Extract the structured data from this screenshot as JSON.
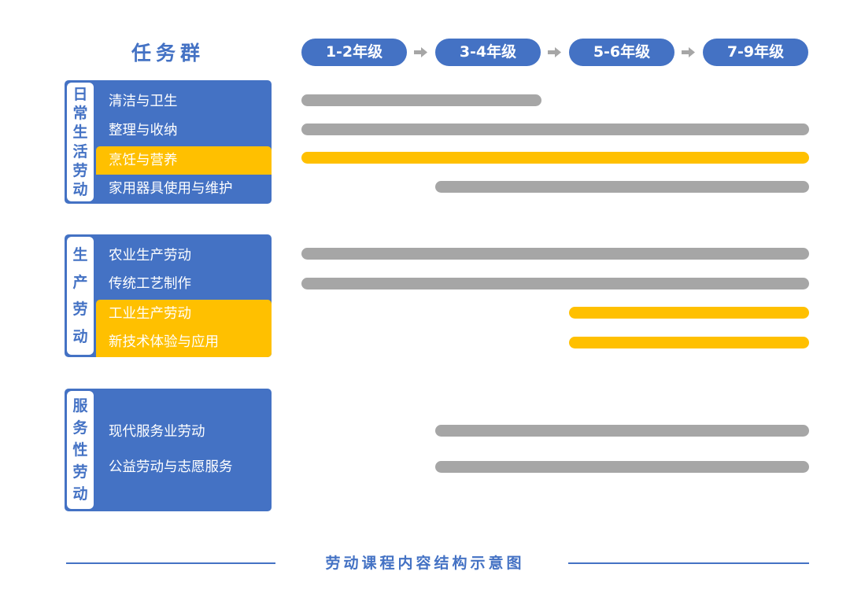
{
  "header": {
    "title": "任务群",
    "grades": [
      "1-2年级",
      "3-4年级",
      "5-6年级",
      "7-9年级"
    ]
  },
  "colors": {
    "blue": "#4472c4",
    "yellow": "#ffc000",
    "gray": "#a6a6a6"
  },
  "groups": [
    {
      "label": [
        "日",
        "常",
        "生",
        "活",
        "劳",
        "动"
      ],
      "items": [
        {
          "name": "清洁与卫生",
          "highlight": false,
          "range": [
            "1-2年级",
            "3-4年级"
          ]
        },
        {
          "name": "整理与收纳",
          "highlight": false,
          "range": [
            "1-2年级",
            "7-9年级"
          ]
        },
        {
          "name": "烹饪与营养",
          "highlight": true,
          "range": [
            "1-2年级",
            "7-9年级"
          ]
        },
        {
          "name": "家用器具使用与维护",
          "highlight": false,
          "range": [
            "3-4年级",
            "7-9年级"
          ]
        }
      ]
    },
    {
      "label": [
        "生",
        "产",
        "劳",
        "动"
      ],
      "items": [
        {
          "name": "农业生产劳动",
          "highlight": false,
          "range": [
            "1-2年级",
            "7-9年级"
          ]
        },
        {
          "name": "传统工艺制作",
          "highlight": false,
          "range": [
            "1-2年级",
            "7-9年级"
          ]
        },
        {
          "name": "工业生产劳动",
          "highlight": true,
          "range": [
            "5-6年级",
            "7-9年级"
          ]
        },
        {
          "name": "新技术体验与应用",
          "highlight": true,
          "range": [
            "5-6年级",
            "7-9年级"
          ]
        }
      ]
    },
    {
      "label": [
        "服",
        "务",
        "性",
        "劳",
        "动"
      ],
      "items": [
        {
          "name": "现代服务业劳动",
          "highlight": false,
          "range": [
            "3-4年级",
            "7-9年级"
          ]
        },
        {
          "name": "公益劳动与志愿服务",
          "highlight": false,
          "range": [
            "3-4年级",
            "7-9年级"
          ]
        }
      ]
    }
  ],
  "footer": {
    "caption": "劳动课程内容结构示意图"
  }
}
